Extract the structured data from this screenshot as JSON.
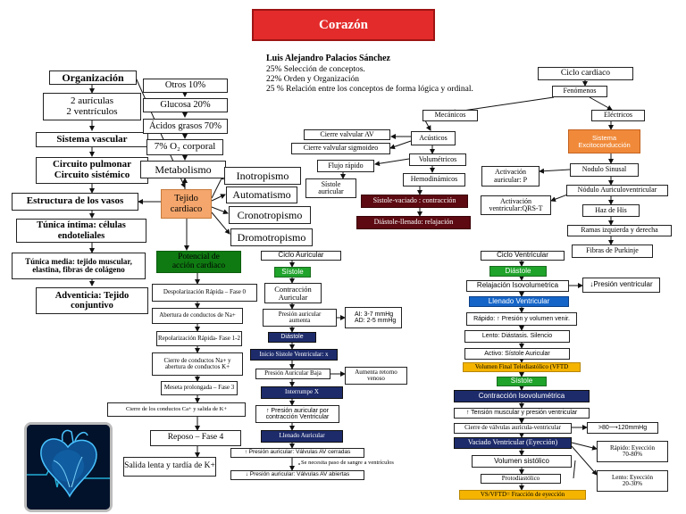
{
  "title": "Corazón",
  "author": "Luis Alejandro Palacios Sánchez",
  "criteria": [
    "25% Selección de conceptos.",
    "22%  Orden y Organización",
    "25 %  Relación entre los conceptos de forma lógica y ordinal."
  ],
  "left": {
    "organizacion": "Organización",
    "auriculas": "2 aurículas",
    "ventriculos": "2 ventrículos",
    "vascular": "Sistema vascular",
    "pulmonar": "Circuito pulmonar",
    "sistemico": "Circuito sistémico",
    "estructura": "Estructura de los vasos",
    "intima1": "Túnica íntima: células",
    "intima2": "endoteliales",
    "media1": "Túnica media: tejido muscular,",
    "media2": "elastina, fibras de colágeno",
    "adventicia1": "Adventicia:  Tejido",
    "adventicia2": "conjuntivo"
  },
  "metabolism": {
    "otros": "Otros 10%",
    "glucosa": "Glucosa 20%",
    "acidos": "Ácidos grasos 70%",
    "o2": "7% O₂ corporal",
    "metabolismo": "Metabolismo",
    "tejido1": "Tejido",
    "tejido2": "cardiaco"
  },
  "props": {
    "inotropismo": "Inotropismo",
    "automatismo": "Automatismo",
    "cronotropismo": "Cronotropismo",
    "dromotropismo": "Dromotropismo"
  },
  "potencial": {
    "title1": "Potencial de",
    "title2": "acción cardiaco",
    "phases": [
      "Despolarización Rápida – Fase 0",
      "Abertura de conductos de Na+",
      "Repolarización Rápida- Fase 1-2",
      "Cierre de conductos Na+  y",
      "abertura de conductos K+",
      "Meseta prolongada – Fase 3",
      "Cierre de los conductos Ca+ y salida de K+",
      "Reposo – Fase 4",
      "Salida lenta y tardía de K+"
    ]
  },
  "auricular": {
    "ciclo": "Ciclo Auricular",
    "sistole": "Sístole",
    "contraccion1": "Contracción",
    "contraccion2": "Auricular",
    "presion1": "Presión auricular",
    "presion2": "aumenta",
    "ai": "AI:   3-7 mmHg",
    "ad": "AD:  2-5 mmHg",
    "diastole": "Diástole",
    "inicio": "Inicio Sístole Ventricular: x",
    "baja": "Presión Auricular Baja",
    "retorno1": "Aumenta retorno",
    "retorno2": "venoso",
    "interrumpe": "Interrumpe X",
    "aumpresion1": "↑ Presión auricular por",
    "aumpresion2": "contracción Ventricular",
    "llenado": "Llenado Auricular",
    "cerradas": "↑ Presión auricular: Válvulas AV cerradas",
    "sangre": "Se necesita paso de sangre a ventrículos",
    "abiertas": "↓ Presión auricular: Válvulas AV abiertas"
  },
  "ciclo": {
    "ciclo": "Ciclo cardiaco",
    "fenomenos": "Fenómenos",
    "mecanicos": "Mecánicos",
    "electricos": "Eléctricos",
    "cierreav": "Cierre valvular AV",
    "cierresig": "Cierre valvular sigmoideo",
    "acusticos": "Acústicos",
    "flujo": "Flujo rápido",
    "volumetricos": "Volumétricos",
    "sistaur1": "Sístole",
    "sistaur2": "auricular",
    "hemodinamicos": "Hemodinámicos",
    "sistvaciado": "Sístole-vaciado : contracción",
    "diastllenado": "Diástole-llenado: relajación",
    "exc1": "Sistema",
    "exc2": "Excitoconducción",
    "nodulo": "Nodulo Sinusal",
    "actp1": "Activación",
    "actp2": "auricular: P",
    "nav": "Nódulo Auriculoventricular",
    "actq1": "Activación",
    "actq2": "ventricular:QRS-T",
    "his": "Haz de His",
    "ramas": "Ramas izquierda y derecha",
    "purkinje": "Fibras de Purkinje"
  },
  "ventricular": {
    "ciclo": "Ciclo Ventricular",
    "diastole": "Diástole",
    "relajacion": "Relajación Isovolumetrica",
    "presionv": "↓Presión ventricular",
    "llenado": "Llenado Ventricular",
    "rapido": "Rápido: ↑ Presión y volumen venir.",
    "lento": "Lento: Diástasis. Silencio",
    "activo": "Activo: Sístole Auricular",
    "vftd": "Volumen Final Telediastólico (VFTD",
    "sistole": "Sístole",
    "contraccion": "Contracción Isovolumétrica",
    "tension": "↑ Tensión muscular y presión ventricular",
    "cierre": "Cierre de válvulas aurícula-ventricular",
    "mmhg": ">80⟶120mmHg",
    "vaciado": "Vaciado Ventricular (Eyección)",
    "rapida1": "Rápido: Eyección",
    "rapida2": "70-80%",
    "volumen": "Volumen sistólico",
    "protodiastolico": "Protodiastólico",
    "lenta1": "Lento: Eyección",
    "lenta2": "20-30%",
    "fraccion": "VS/VFTD= Fracción de eyección"
  }
}
